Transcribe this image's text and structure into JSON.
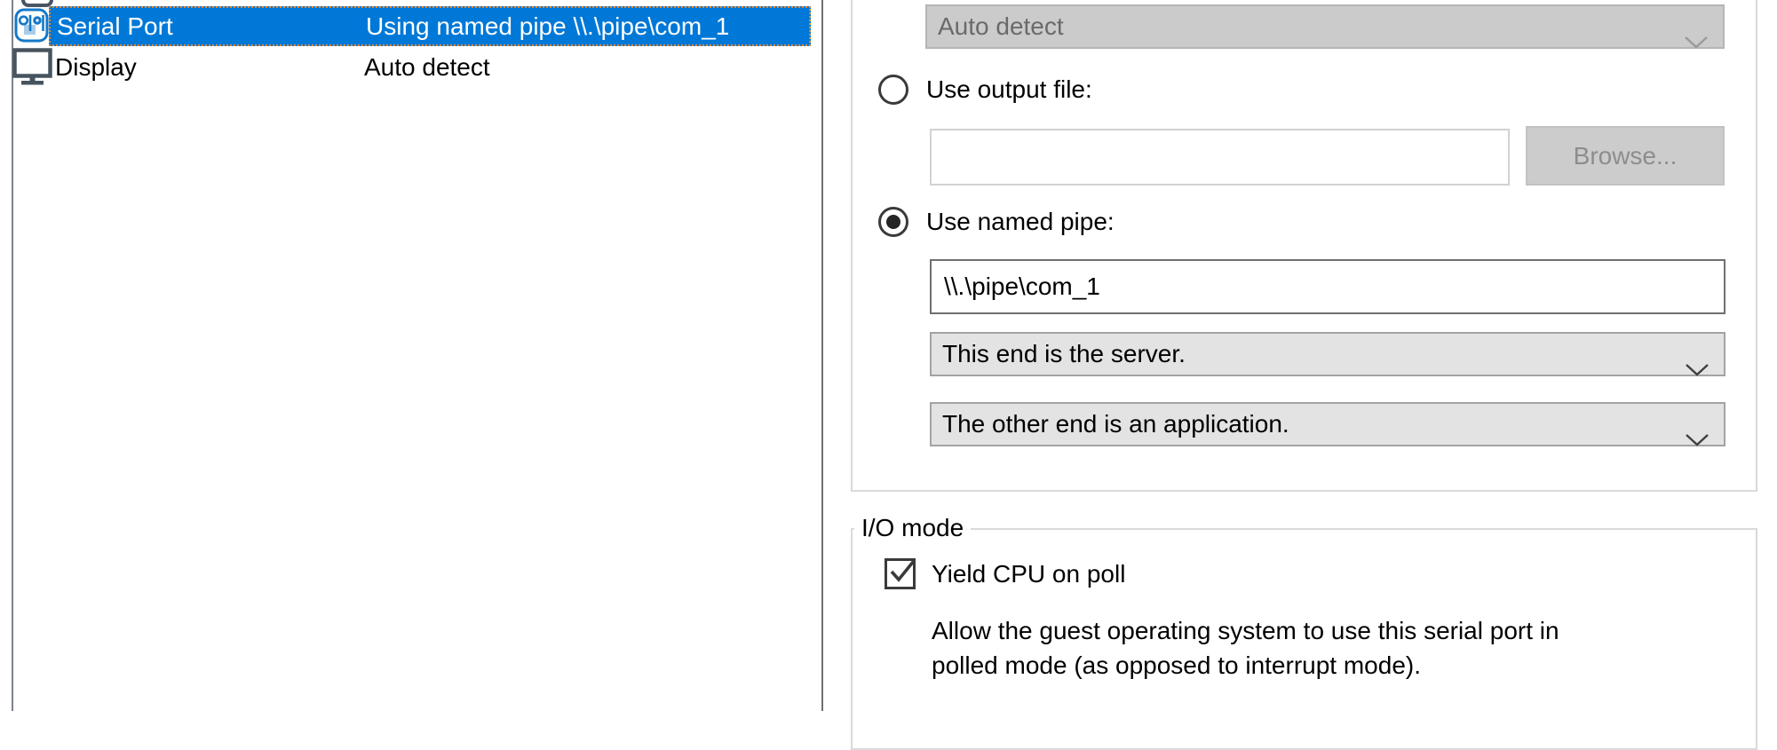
{
  "device_list": {
    "rows": [
      {
        "device": "Serial Port",
        "summary": "Using named pipe \\\\.\\pipe\\com_1",
        "selected": true,
        "icon": "serial-port-icon"
      },
      {
        "device": "Display",
        "summary": "Auto detect",
        "selected": false,
        "icon": "display-icon"
      }
    ]
  },
  "connection": {
    "physical_port_value": "Auto detect",
    "output_file_label": "Use output file:",
    "output_file_value": "",
    "browse_label": "Browse...",
    "named_pipe_label": "Use named pipe:",
    "named_pipe_value": "\\\\.\\pipe\\com_1",
    "near_end_value": "This end is the server.",
    "far_end_value": "The other end is an application."
  },
  "io_mode": {
    "group_label": "I/O mode",
    "yield_cpu_label": "Yield CPU on poll",
    "yield_cpu_checked": true,
    "description_line1": "Allow the guest operating system to use this serial port in",
    "description_line2": "polled mode (as opposed to interrupt mode)."
  },
  "colors": {
    "selection_blue": "#0078d7",
    "focus_dotted": "#e0882f",
    "disabled_gray": "#cbcbcb",
    "combo_gray": "#e3e3e3",
    "icon_blue": "#1478c8",
    "icon_slate": "#47545f"
  }
}
